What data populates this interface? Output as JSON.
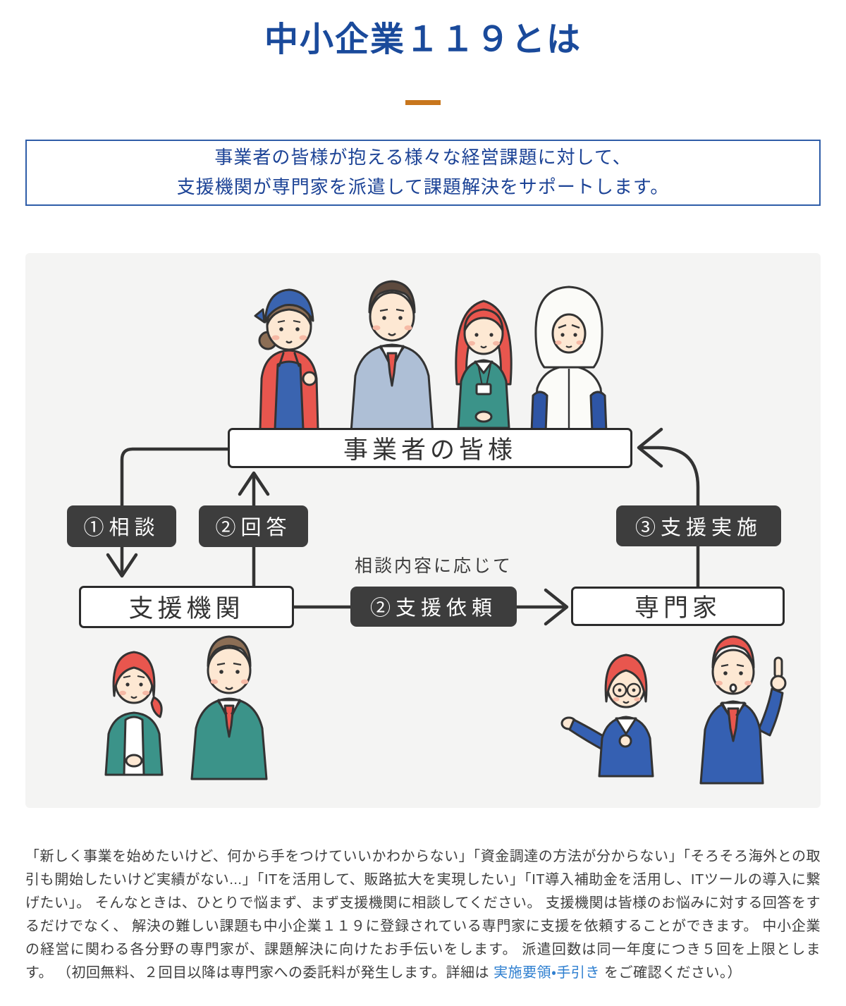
{
  "header": {
    "title": "中小企業１１９とは"
  },
  "lead": {
    "line1": "事業者の皆様が抱える様々な経営課題に対して、",
    "line2": "支援機関が専門家を派遣して課題解決をサポートします。"
  },
  "diagram": {
    "nodes": {
      "business_owners": "事業者の皆様",
      "support_org": "支援機関",
      "expert": "専門家"
    },
    "steps": {
      "consult": "①相談",
      "answer": "②回答",
      "request": "②支援依頼",
      "delivery": "③支援実施"
    },
    "note": "相談内容に応じて"
  },
  "description": {
    "before_link": "「新しく事業を始めたいけど、何から手をつけていいかわからない」「資金調達の方法が分からない」「そろそろ海外との取引も開始したいけど実績がない...」「ITを活用して、販路拡大を実現したい」「IT導入補助金を活用し、ITツールの導入に繋げたい」。 そんなときは、ひとりで悩まず、まず支援機関に相談してください。 支援機関は皆様のお悩みに対する回答をするだけでなく、 解決の難しい課題も中小企業１１９に登録されている専門家に支援を依頼することができます。 中小企業の経営に関わる各分野の専門家が、課題解決に向けたお手伝いをします。 派遣回数は同一年度につき５回を上限とします。 （初回無料、２回目以降は専門家への委託料が発生します。詳細は ",
    "link_text": "実施要領・手引き",
    "after_link": " をご確認ください。）"
  },
  "colors": {
    "title_blue": "#1a4a9b",
    "accent_orange": "#c8761d",
    "lead_border_blue": "#2f5da8",
    "panel_gray": "#f4f4f3",
    "step_label_dark": "#3d3d3d",
    "node_border": "#2b2b2b",
    "link_blue": "#2e7fd0",
    "illustration_red": "#e8564e",
    "illustration_teal": "#3b9389",
    "illustration_blue": "#3560b2",
    "illustration_gray_suit": "#aebfd6"
  }
}
